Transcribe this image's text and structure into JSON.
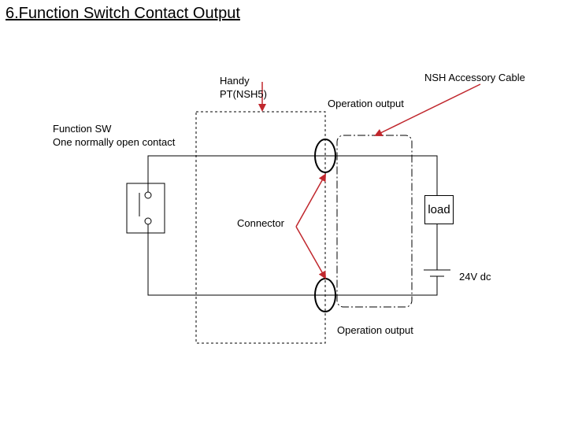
{
  "title": "6.Function Switch Contact Output",
  "labels": {
    "handy_line1": "Handy",
    "handy_line2": "PT(NSH5)",
    "nsh_cable": "NSH Accessory Cable",
    "operation_output_top": "Operation output",
    "function_sw_line1": "Function SW",
    "function_sw_line2": "One normally open contact",
    "connector": "Connector",
    "load": "load",
    "voltage": "24V dc",
    "operation_output_bottom": "Operation output"
  },
  "colors": {
    "wire": "#000000",
    "arrow": "#c0272d",
    "dashed_border": "#000000",
    "background": "#ffffff"
  }
}
